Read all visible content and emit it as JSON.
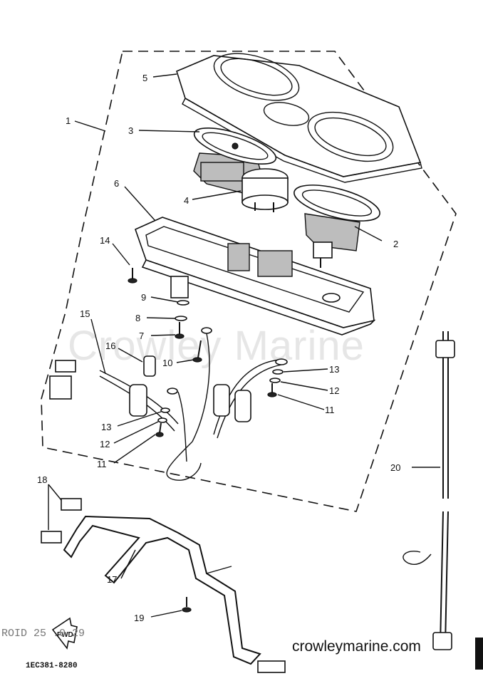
{
  "watermark": "Crowley Marine",
  "site_label": "crowleymarine.com",
  "diagram_code": "1EC381-8280",
  "fwd_label": "FWD",
  "faint_text": "ROID  25 .0.29",
  "callouts": {
    "c1": "1",
    "c2": "2",
    "c3": "3",
    "c4": "4",
    "c5": "5",
    "c6": "6",
    "c7": "7",
    "c8": "8",
    "c9": "9",
    "c10": "10",
    "c11a": "11",
    "c11b": "11",
    "c12a": "12",
    "c12b": "12",
    "c13a": "13",
    "c13b": "13",
    "c14": "14",
    "c15": "15",
    "c16": "16",
    "c17": "17",
    "c18": "18",
    "c19": "19",
    "c20": "20"
  }
}
